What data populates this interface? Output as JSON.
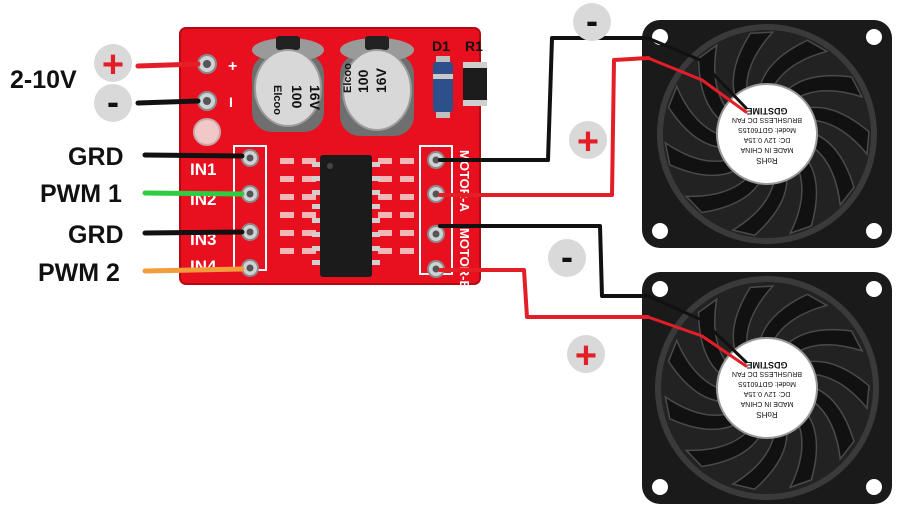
{
  "labels": {
    "voltage": "2-10V",
    "grd1": "GRD",
    "pwm1": "PWM 1",
    "grd2": "GRD",
    "pwm2": "PWM 2"
  },
  "badges": {
    "plus": "+",
    "minus": "-"
  },
  "board": {
    "d1": "D1",
    "r1": "R1",
    "pin_plus": "+",
    "pin_minus": "I",
    "in1": "IN1",
    "in2": "IN2",
    "in3": "IN3",
    "in4": "IN4",
    "motor_a": "MOTOR-A",
    "motor_b": "MOTOR-B"
  },
  "capacitors": [
    {
      "brand": "Elcoo",
      "value": "100",
      "voltage": "16V"
    },
    {
      "brand": "Elcoo",
      "value": "100",
      "voltage": "16V"
    }
  ],
  "fan_label": {
    "brand": "GDSTIME",
    "type": "BRUSHLESS DC FAN",
    "model": "Model: GDT6015S",
    "rating": "DC: 12V 0.15A",
    "origin": "MADE IN CHINA",
    "rohs": "RoHS"
  },
  "colors": {
    "board": "#e8101e",
    "wire_red": "#e41e26",
    "wire_black": "#111111",
    "wire_green": "#2ecc40",
    "wire_orange": "#f39c3c",
    "badge_bg": "#d9d9d9"
  }
}
